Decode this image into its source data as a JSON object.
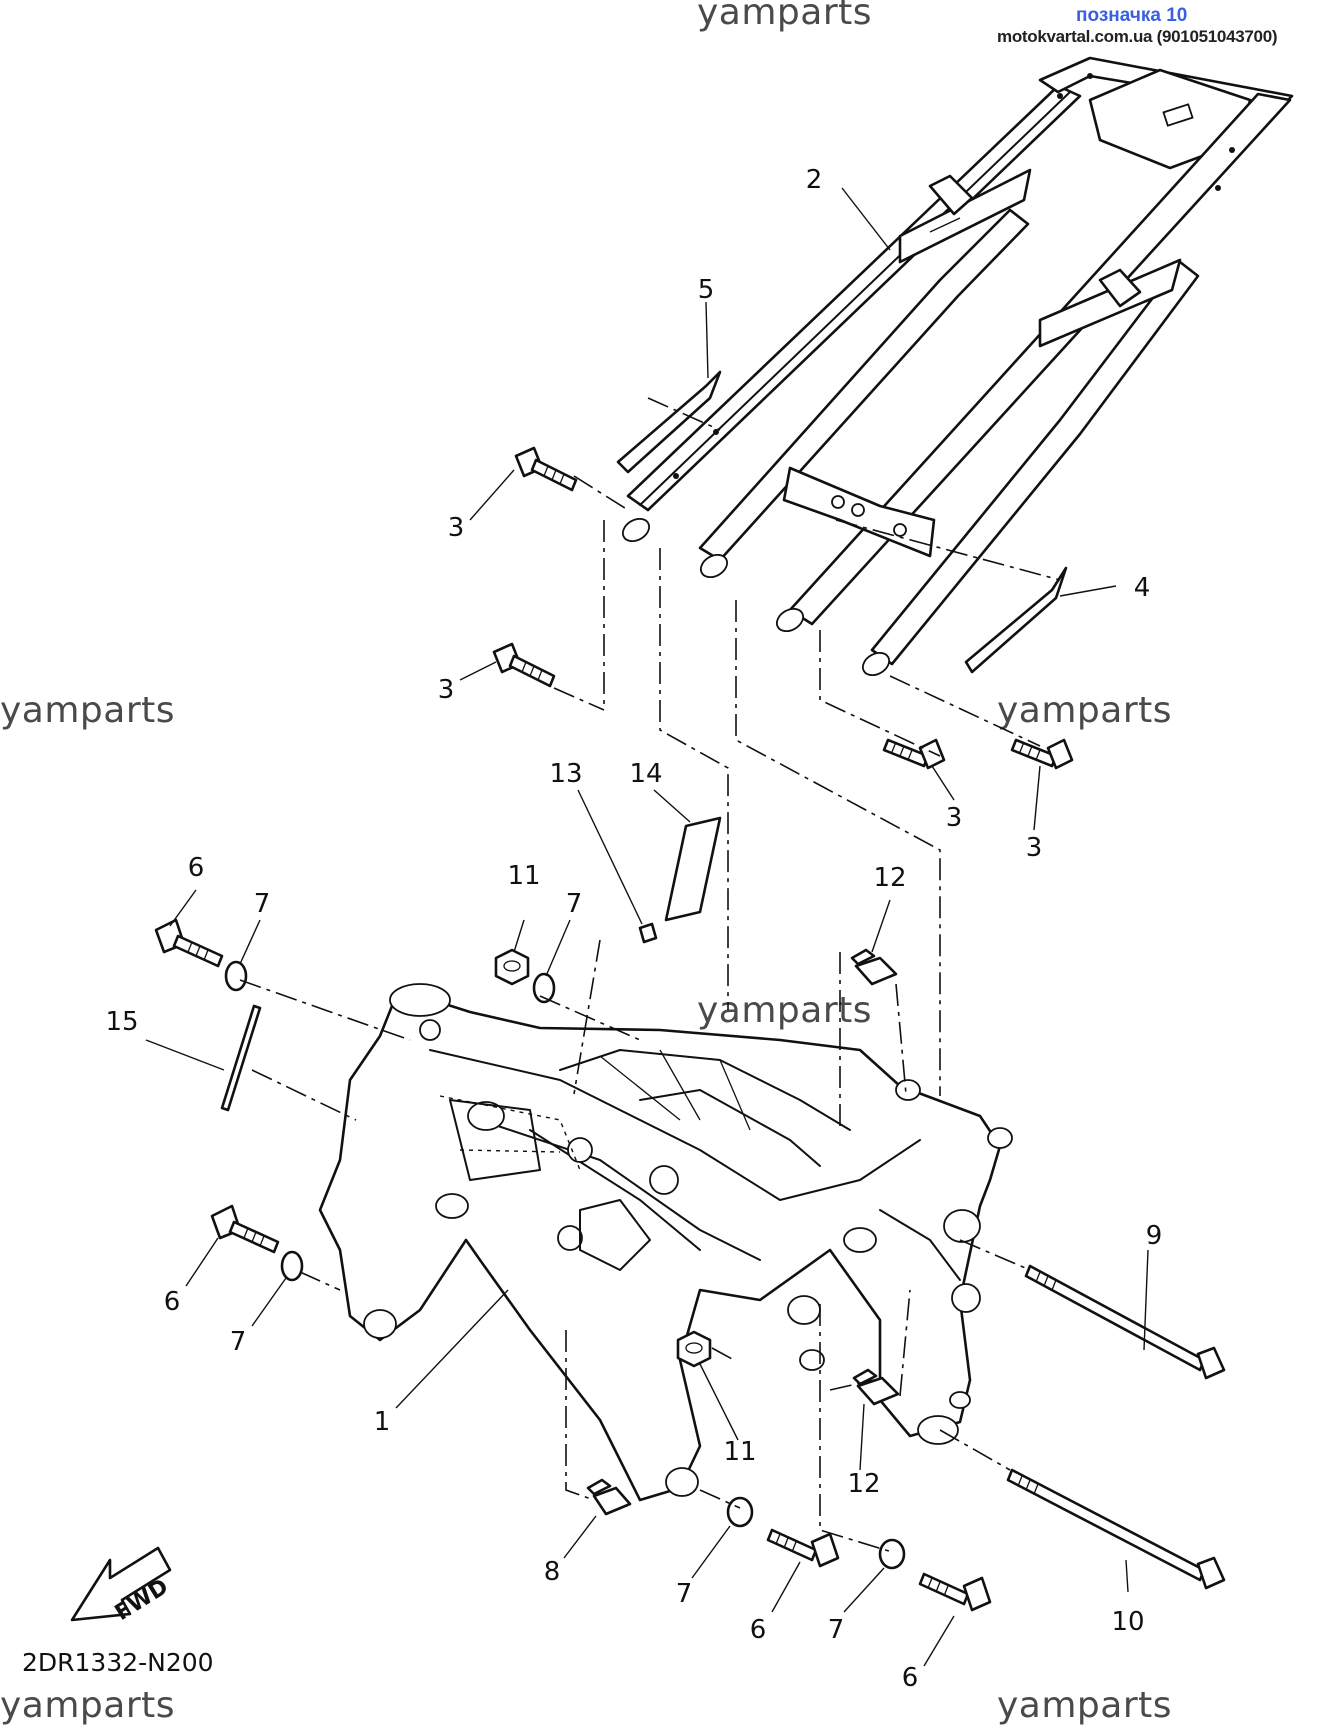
{
  "header": {
    "label": "позначка 10",
    "source": "motokvartal.com.ua (901051043700)"
  },
  "watermarks": {
    "top": "yamparts",
    "left": "yamparts",
    "right": "yamparts",
    "center": "yamparts",
    "bottom_left": "yamparts",
    "bottom_right": "yamparts"
  },
  "diagram": {
    "code": "2DR1332-N200",
    "fwd_label": "FWD",
    "callouts": [
      {
        "id": "c2",
        "text": "2"
      },
      {
        "id": "c5",
        "text": "5"
      },
      {
        "id": "c3a",
        "text": "3"
      },
      {
        "id": "c3b",
        "text": "3"
      },
      {
        "id": "c4",
        "text": "4"
      },
      {
        "id": "c3c",
        "text": "3"
      },
      {
        "id": "c3d",
        "text": "3"
      },
      {
        "id": "c13",
        "text": "13"
      },
      {
        "id": "c14",
        "text": "14"
      },
      {
        "id": "c6a",
        "text": "6"
      },
      {
        "id": "c7a",
        "text": "7"
      },
      {
        "id": "c11a",
        "text": "11"
      },
      {
        "id": "c7b",
        "text": "7"
      },
      {
        "id": "c12a",
        "text": "12"
      },
      {
        "id": "c15",
        "text": "15"
      },
      {
        "id": "c9",
        "text": "9"
      },
      {
        "id": "c6b",
        "text": "6"
      },
      {
        "id": "c7c",
        "text": "7"
      },
      {
        "id": "c1",
        "text": "1"
      },
      {
        "id": "c11b",
        "text": "11"
      },
      {
        "id": "c12b",
        "text": "12"
      },
      {
        "id": "c10",
        "text": "10"
      },
      {
        "id": "c8",
        "text": "8"
      },
      {
        "id": "c7d",
        "text": "7"
      },
      {
        "id": "c6c",
        "text": "6"
      },
      {
        "id": "c7e",
        "text": "7"
      },
      {
        "id": "c6d",
        "text": "6"
      }
    ]
  }
}
